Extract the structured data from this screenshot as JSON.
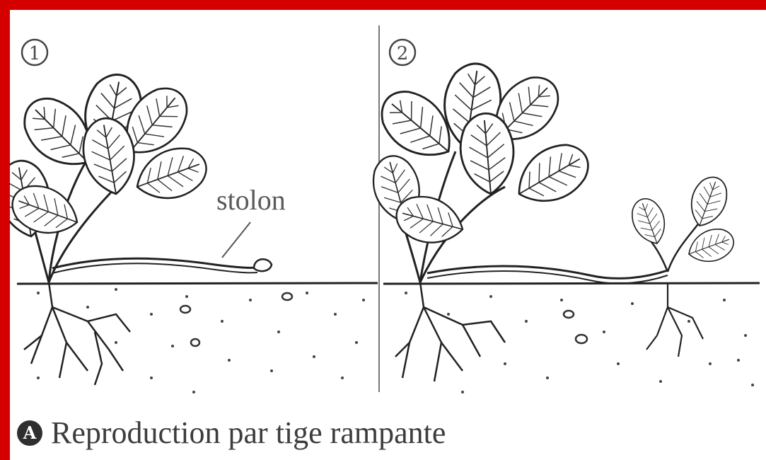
{
  "panels": [
    {
      "number": "1"
    },
    {
      "number": "2"
    }
  ],
  "labels": {
    "stolon": "stolon"
  },
  "caption": {
    "letter": "A",
    "text": "Reproduction par tige rampante"
  }
}
